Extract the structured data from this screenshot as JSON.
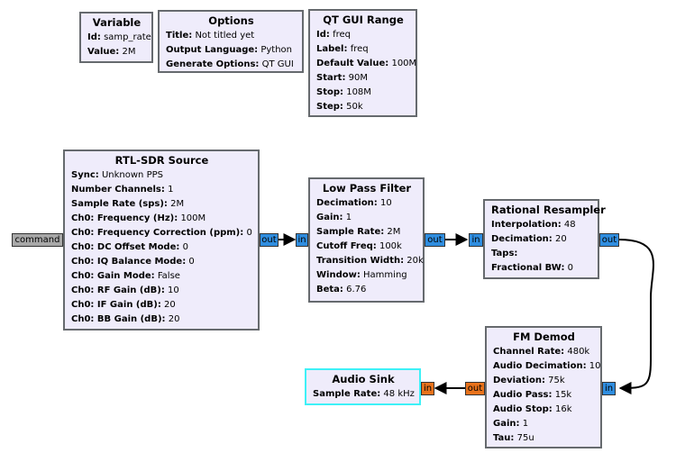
{
  "blocks": {
    "variable": {
      "title": "Variable",
      "params": [
        {
          "key": "Id:",
          "value": "samp_rate"
        },
        {
          "key": "Value:",
          "value": "2M"
        }
      ]
    },
    "options": {
      "title": "Options",
      "params": [
        {
          "key": "Title:",
          "value": "Not titled yet"
        },
        {
          "key": "Output Language:",
          "value": "Python"
        },
        {
          "key": "Generate Options:",
          "value": "QT GUI"
        }
      ]
    },
    "qt_gui_range": {
      "title": "QT GUI Range",
      "params": [
        {
          "key": "Id:",
          "value": "freq"
        },
        {
          "key": "Label:",
          "value": "freq"
        },
        {
          "key": "Default Value:",
          "value": "100M"
        },
        {
          "key": "Start:",
          "value": "90M"
        },
        {
          "key": "Stop:",
          "value": "108M"
        },
        {
          "key": "Step:",
          "value": "50k"
        }
      ]
    },
    "rtl_sdr_source": {
      "title": "RTL-SDR Source",
      "params": [
        {
          "key": "Sync:",
          "value": "Unknown PPS"
        },
        {
          "key": "Number Channels:",
          "value": "1"
        },
        {
          "key": "Sample Rate (sps):",
          "value": "2M"
        },
        {
          "key": "Ch0: Frequency (Hz):",
          "value": "100M"
        },
        {
          "key": "Ch0: Frequency Correction (ppm):",
          "value": "0"
        },
        {
          "key": "Ch0: DC Offset Mode:",
          "value": "0"
        },
        {
          "key": "Ch0: IQ Balance Mode:",
          "value": "0"
        },
        {
          "key": "Ch0: Gain Mode:",
          "value": "False"
        },
        {
          "key": "Ch0: RF Gain (dB):",
          "value": "10"
        },
        {
          "key": "Ch0: IF Gain (dB):",
          "value": "20"
        },
        {
          "key": "Ch0: BB Gain (dB):",
          "value": "20"
        }
      ]
    },
    "low_pass_filter": {
      "title": "Low Pass Filter",
      "params": [
        {
          "key": "Decimation:",
          "value": "10"
        },
        {
          "key": "Gain:",
          "value": "1"
        },
        {
          "key": "Sample Rate:",
          "value": "2M"
        },
        {
          "key": "Cutoff Freq:",
          "value": "100k"
        },
        {
          "key": "Transition Width:",
          "value": "20k"
        },
        {
          "key": "Window:",
          "value": "Hamming"
        },
        {
          "key": "Beta:",
          "value": "6.76"
        }
      ]
    },
    "rational_resampler": {
      "title": "Rational Resampler",
      "params": [
        {
          "key": "Interpolation:",
          "value": "48"
        },
        {
          "key": "Decimation:",
          "value": "20"
        },
        {
          "key": "Taps:",
          "value": ""
        },
        {
          "key": "Fractional BW:",
          "value": "0"
        }
      ]
    },
    "fm_demod": {
      "title": "FM Demod",
      "params": [
        {
          "key": "Channel Rate:",
          "value": "480k"
        },
        {
          "key": "Audio Decimation:",
          "value": "10"
        },
        {
          "key": "Deviation:",
          "value": "75k"
        },
        {
          "key": "Audio Pass:",
          "value": "15k"
        },
        {
          "key": "Audio Stop:",
          "value": "16k"
        },
        {
          "key": "Gain:",
          "value": "1"
        },
        {
          "key": "Tau:",
          "value": "75u"
        }
      ]
    },
    "audio_sink": {
      "title": "Audio Sink",
      "params": [
        {
          "key": "Sample Rate:",
          "value": "48 kHz"
        }
      ]
    }
  },
  "ports": {
    "rtl_command": "command",
    "rtl_out": "out",
    "lpf_in": "in",
    "lpf_out": "out",
    "rr_in": "in",
    "rr_out": "out",
    "fm_in": "in",
    "fm_out": "out",
    "sink_in": "in"
  },
  "colors": {
    "block_fill": "#efecfb",
    "block_border": "#666a6e",
    "selected_border": "#3ef1f7",
    "complex_port": "#2f8ddf",
    "float_port": "#e8721b",
    "message_port": "#a8a8a8"
  }
}
